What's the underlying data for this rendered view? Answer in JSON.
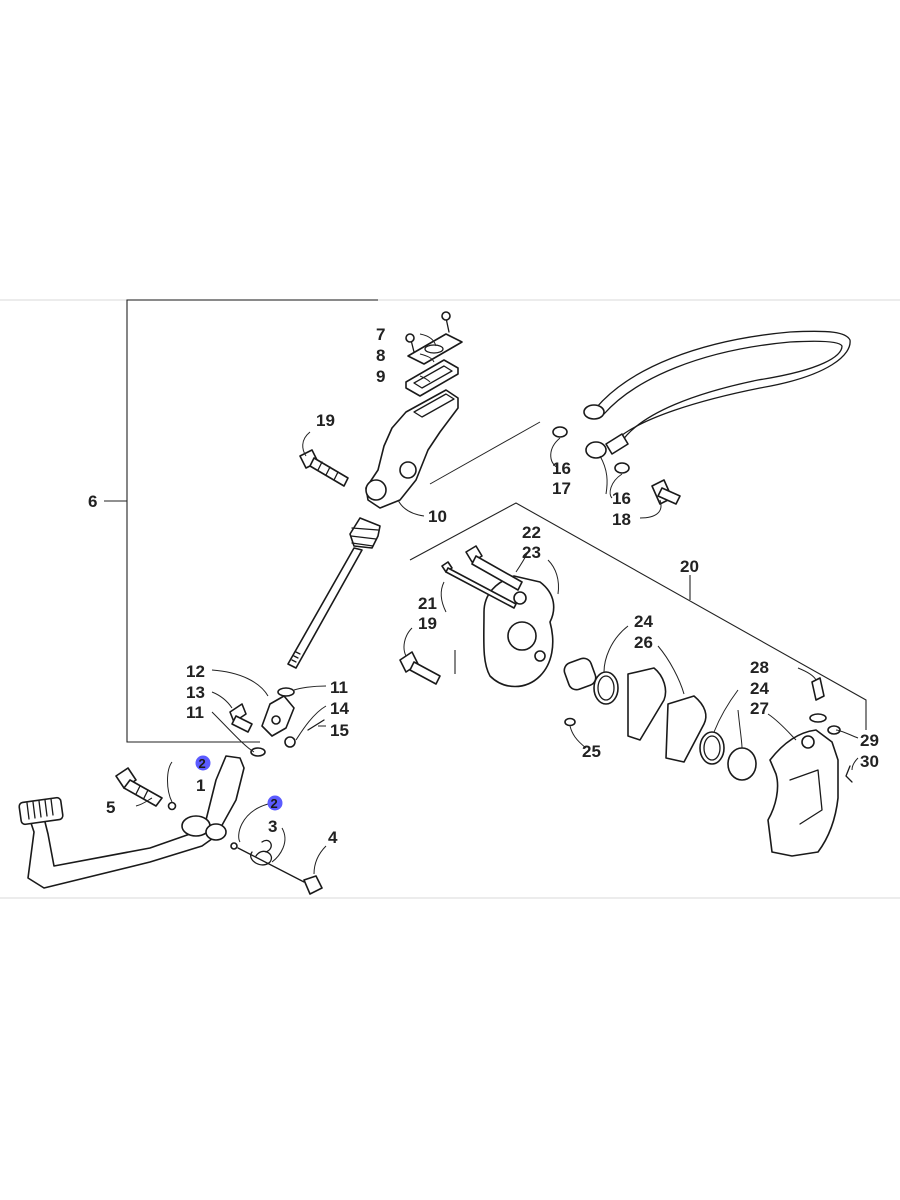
{
  "callouts": {
    "c1": "1",
    "c2a": "2",
    "c2b": "2",
    "c3": "3",
    "c4": "4",
    "c5": "5",
    "c6": "6",
    "c7": "7",
    "c8": "8",
    "c9": "9",
    "c10": "10",
    "c11a": "11",
    "c11b": "11",
    "c12": "12",
    "c13": "13",
    "c14": "14",
    "c15": "15",
    "c16a": "16",
    "c16b": "16",
    "c17": "17",
    "c18": "18",
    "c19a": "19",
    "c19b": "19",
    "c20": "20",
    "c21": "21",
    "c22": "22",
    "c23": "23",
    "c24a": "24",
    "c24b": "24",
    "c25": "25",
    "c26": "26",
    "c27": "27",
    "c28": "28",
    "c29": "29",
    "c30": "30"
  },
  "colors": {
    "highlight_marker": "#5b5bff",
    "line": "#1a1a1a"
  }
}
